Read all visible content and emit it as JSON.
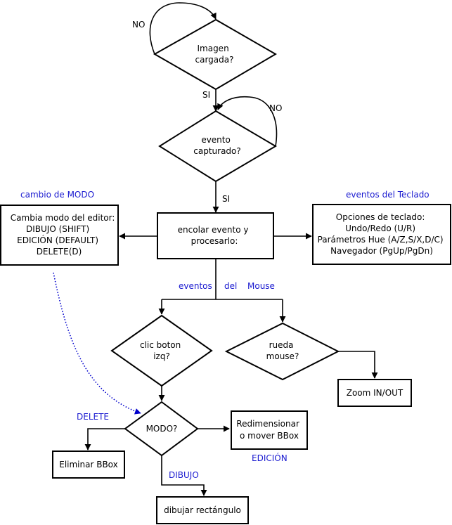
{
  "nodes": {
    "imagen": {
      "lines": [
        "Imagen",
        "cargada?"
      ]
    },
    "evento": {
      "lines": [
        "evento",
        "capturado?"
      ]
    },
    "encolar": {
      "lines": [
        "encolar evento y",
        "procesarlo:"
      ]
    },
    "modo_box": {
      "lines": [
        "Cambia modo del editor:",
        "DIBUJO (SHIFT)",
        "EDICIÓN (DEFAULT)",
        "DELETE(D)"
      ]
    },
    "teclado_box": {
      "lines": [
        "Opciones de teclado:",
        "Undo/Redo (U/R)",
        "Parámetros Hue (A/Z,S/X,D/C)",
        "Navegador (PgUp/PgDn)"
      ]
    },
    "clic": {
      "lines": [
        "clic boton",
        "izq?"
      ]
    },
    "rueda": {
      "lines": [
        "rueda",
        "mouse?"
      ]
    },
    "zoom": {
      "lines": [
        "Zoom IN/OUT"
      ]
    },
    "modo": {
      "lines": [
        "MODO?"
      ]
    },
    "redim": {
      "lines": [
        "Redimensionar",
        "o mover BBox"
      ]
    },
    "eliminar": {
      "lines": [
        "Eliminar BBox"
      ]
    },
    "dibujar": {
      "lines": [
        "dibujar rectángulo"
      ]
    }
  },
  "labels": {
    "no1": "NO",
    "si1": "SI",
    "no2": "NO",
    "si2": "SI",
    "cambio_modo": "cambio de MODO",
    "eventos_teclado": "eventos del Teclado",
    "eventos_mouse": [
      "eventos",
      "del",
      "Mouse"
    ],
    "delete": "DELETE",
    "edicion": "EDICIÓN",
    "dibujo": "DIBUJO"
  },
  "colors": {
    "annotation": "#1a1ad0",
    "line": "#000000"
  }
}
